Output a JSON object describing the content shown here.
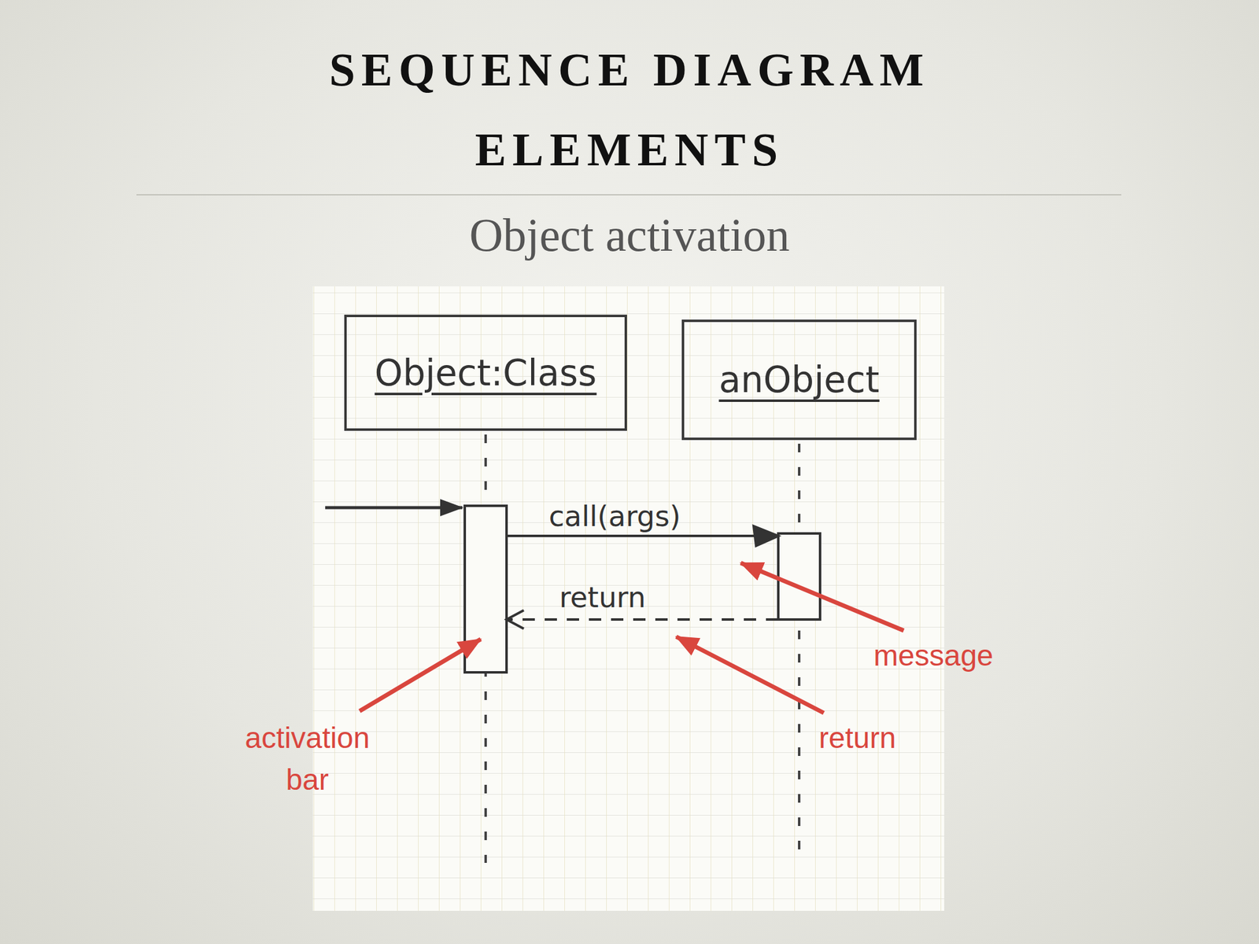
{
  "diagram": {
    "title": "SEQUENCE DIAGRAM ELEMENTS",
    "nodes": [
      {
        "text": [
          "Object:Class"
        ]
      },
      {
        "text": [
          "anObject"
        ]
      }
    ],
    "edges": [
      {
        "from": 0,
        "to": 1,
        "arrow": "to",
        "label": "call(args)"
      },
      {
        "from": 1,
        "to": 0,
        "arrow": "to",
        "label": "return"
      }
    ],
    "labels": [
      "Object activation",
      "activation bar",
      "message",
      "return"
    ]
  }
}
